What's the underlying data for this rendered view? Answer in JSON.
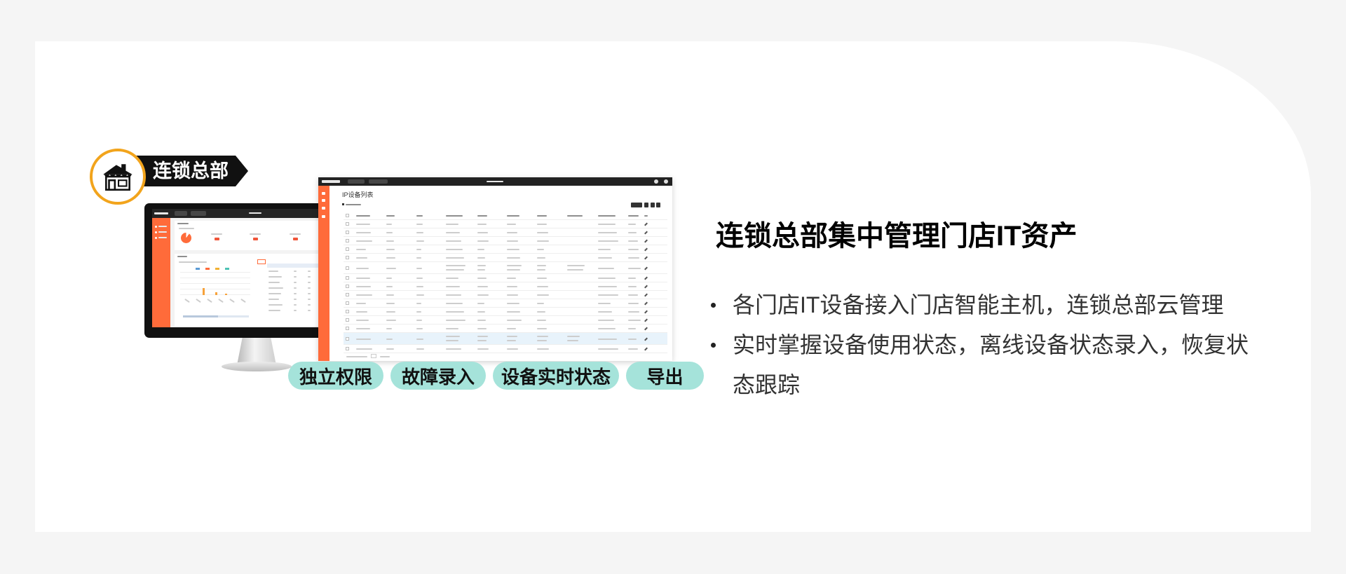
{
  "colors": {
    "page_bg": "#f5f5f5",
    "card_bg": "#ffffff",
    "accent_orange": "#ff6b3a",
    "badge_ring": "#f2a41c",
    "banner": "#111111",
    "feature_pill": "#a5e3da",
    "heading": "#000000",
    "body_text": "#333333"
  },
  "badge": {
    "label": "连锁总部",
    "icon": "store-icon"
  },
  "screens": {
    "table_view": {
      "title": "IP设备列表"
    }
  },
  "features": [
    "独立权限",
    "故障录入",
    "设备实时状态",
    "导出"
  ],
  "heading": "连锁总部集中管理门店IT资产",
  "bullets": [
    "各门店IT设备接入门店智能主机，连锁总部云管理",
    "实时掌握设备使用状态，离线设备状态录入，恢复状态跟踪"
  ]
}
